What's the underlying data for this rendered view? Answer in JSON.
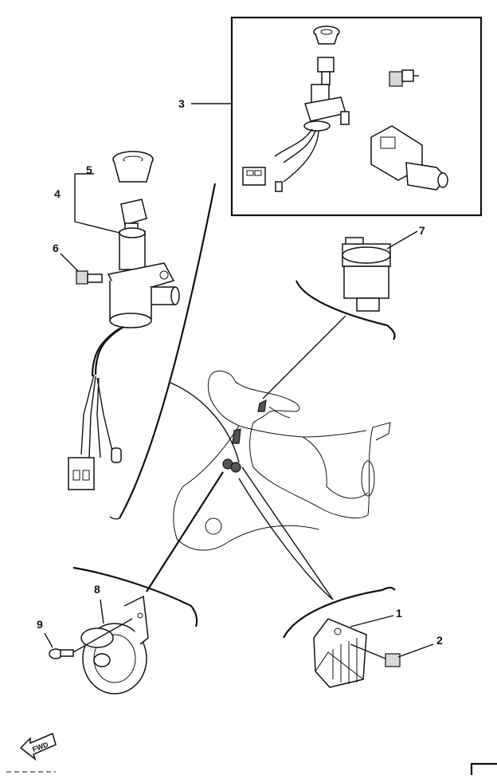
{
  "diagram": {
    "callouts": [
      "1",
      "2",
      "3",
      "4",
      "5",
      "6",
      "7",
      "8",
      "9"
    ],
    "fwd_label": "FWD"
  },
  "colors": {
    "ink": "#111111",
    "background": "#ffffff"
  },
  "icons": {
    "forward_arrow": "fwd-arrow-icon"
  }
}
